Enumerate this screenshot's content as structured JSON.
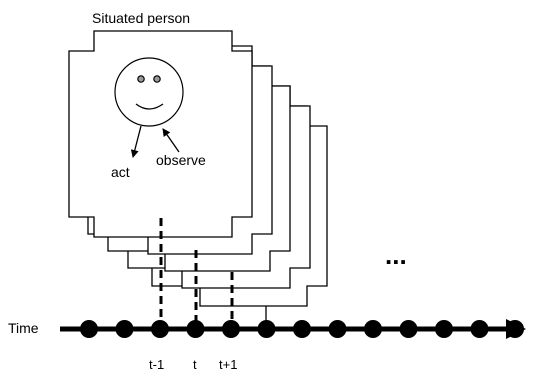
{
  "title": "Situated person",
  "labels": {
    "act": "act",
    "observe": "observe",
    "ellipsis": "...",
    "time": "Time"
  },
  "tick_labels": [
    "t-1",
    "t",
    "t+1"
  ],
  "timeline": {
    "dot_count": 13,
    "colors": {
      "stroke": "#000000",
      "background": "#ffffff"
    }
  }
}
